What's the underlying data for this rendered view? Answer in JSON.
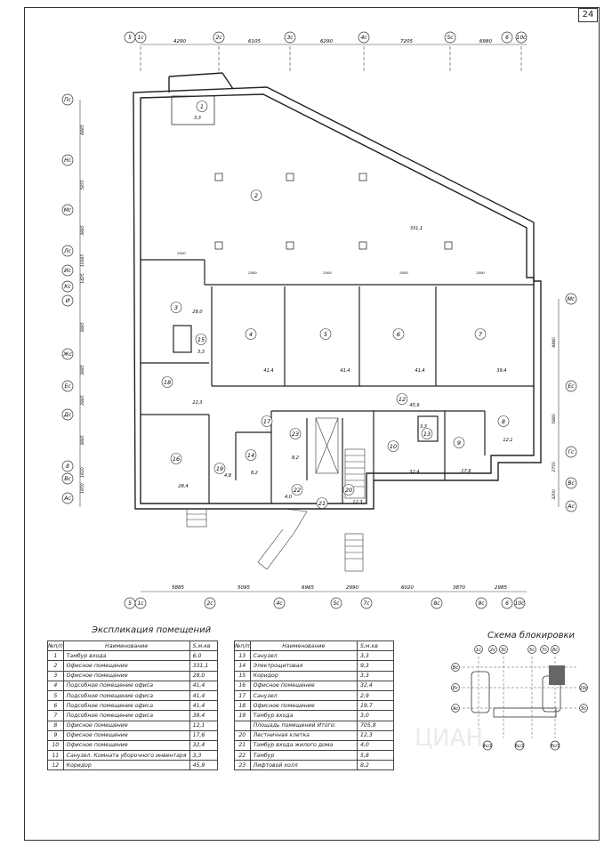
{
  "sheet_number": "24",
  "top_axes": [
    "5",
    "1с",
    "2с",
    "3с",
    "4с",
    "5с",
    "6",
    "10с"
  ],
  "top_dims": [
    "4290",
    "6105",
    "6290",
    "7205",
    "6980"
  ],
  "bottom_axes": [
    "5",
    "1с",
    "2с",
    "4с",
    "5с",
    "7с",
    "8с",
    "9с",
    "6",
    "10с"
  ],
  "bottom_dims": [
    "5885",
    "5095",
    "6965",
    "2990",
    "6020",
    "3870",
    "2985"
  ],
  "left_axes": [
    "Пс",
    "Нс",
    "Мс",
    "Лс",
    "Ис",
    "Кс",
    "И",
    "Жс",
    "Ес",
    "Дс",
    "8",
    "Вс",
    "Ас"
  ],
  "left_dims": [
    "6885",
    "5855",
    "3885",
    "10385",
    "1425",
    "3885",
    "3885",
    "2885",
    "3885",
    "1620",
    "1650"
  ],
  "right_axes": [
    "Мс",
    "Ес",
    "Гс",
    "Вс",
    "Ас"
  ],
  "right_dims": [
    "4440",
    "5880",
    "2750",
    "3200"
  ],
  "rooms": [
    {
      "no": "1",
      "area": "3,3"
    },
    {
      "no": "2",
      "area": "331,1"
    },
    {
      "no": "3",
      "area": "28,0"
    },
    {
      "no": "4",
      "area": "41,4"
    },
    {
      "no": "5",
      "area": "41,4"
    },
    {
      "no": "6",
      "area": "41,4"
    },
    {
      "no": "7",
      "area": "39,4"
    },
    {
      "no": "8",
      "area": "12,1"
    },
    {
      "no": "9",
      "area": "17,6"
    },
    {
      "no": "10",
      "area": "32,4"
    },
    {
      "no": "12",
      "area": "45,9"
    },
    {
      "no": "13",
      "area": "3,3"
    },
    {
      "no": "14",
      "area": "8,2"
    },
    {
      "no": "15",
      "area": "3,3"
    },
    {
      "no": "16",
      "area": "28,4"
    },
    {
      "no": "17",
      "area": ""
    },
    {
      "no": "18",
      "area": "22,3"
    },
    {
      "no": "19",
      "area": "4,8"
    },
    {
      "no": "20",
      "area": "12,3"
    },
    {
      "no": "21",
      "area": ""
    },
    {
      "no": "22",
      "area": "4,0"
    },
    {
      "no": "23",
      "area": "8,2"
    }
  ],
  "partition_dims": [
    "2000",
    "2000",
    "2000",
    "2000",
    "2000"
  ],
  "explication": {
    "title": "Экспликация помещений",
    "header": {
      "no": "№п/п",
      "name": "Наименование",
      "area": "S,м.кв"
    },
    "left": [
      {
        "no": "1",
        "name": "Тамбур входа",
        "area": "6,0"
      },
      {
        "no": "2",
        "name": "Офисное помещение",
        "area": "331,1"
      },
      {
        "no": "3",
        "name": "Офисное помещение",
        "area": "28,0"
      },
      {
        "no": "4",
        "name": "Подсобное помещение офиса",
        "area": "41,4"
      },
      {
        "no": "5",
        "name": "Подсобное помещение офиса",
        "area": "41,4"
      },
      {
        "no": "6",
        "name": "Подсобное помещение офиса",
        "area": "41,4"
      },
      {
        "no": "7",
        "name": "Подсобное помещение офиса",
        "area": "39,4"
      },
      {
        "no": "8",
        "name": "Офисное помещение",
        "area": "12,1"
      },
      {
        "no": "9",
        "name": "Офисное помещение",
        "area": "17,6"
      },
      {
        "no": "10",
        "name": "Офисное помещение",
        "area": "32,4"
      },
      {
        "no": "11",
        "name": "Санузел. Комната уборочного инвентаря",
        "area": "3,3"
      },
      {
        "no": "12",
        "name": "Коридор",
        "area": "45,9"
      }
    ],
    "right": [
      {
        "no": "13",
        "name": "Санузел",
        "area": "3,3"
      },
      {
        "no": "14",
        "name": "Электрощитовая",
        "area": "9,3"
      },
      {
        "no": "15",
        "name": "Коридор",
        "area": "3,3"
      },
      {
        "no": "16",
        "name": "Офисное помещение",
        "area": "32,4"
      },
      {
        "no": "17",
        "name": "Санузел",
        "area": "2,9"
      },
      {
        "no": "18",
        "name": "Офисное помещение",
        "area": "19,7"
      },
      {
        "no": "19",
        "name": "Тамбур входа",
        "area": "3,0"
      },
      {
        "no": "",
        "name": "Площадь помещений   Итого:",
        "area": "705,8"
      },
      {
        "no": "20",
        "name": "Лестничная клетка",
        "area": "12,3"
      },
      {
        "no": "21",
        "name": "Тамбур входа жилого дома",
        "area": "4,0"
      },
      {
        "no": "22",
        "name": "Тамбур",
        "area": "5,8"
      },
      {
        "no": "23",
        "name": "Лифтовой холл",
        "area": "8,2"
      }
    ]
  },
  "scheme": {
    "title": "Схема блокировки",
    "top_axes": [
      "1с",
      "2с",
      "3с",
      "5с",
      "7с",
      "8с"
    ],
    "side_axes": [
      "Вс",
      "Ес",
      "Ас"
    ],
    "right_axes": [
      "10с",
      "5с"
    ],
    "bottom_axes": [
      "4с/1",
      "6с/1",
      "8с/1"
    ]
  },
  "watermark": "ЦИАН"
}
